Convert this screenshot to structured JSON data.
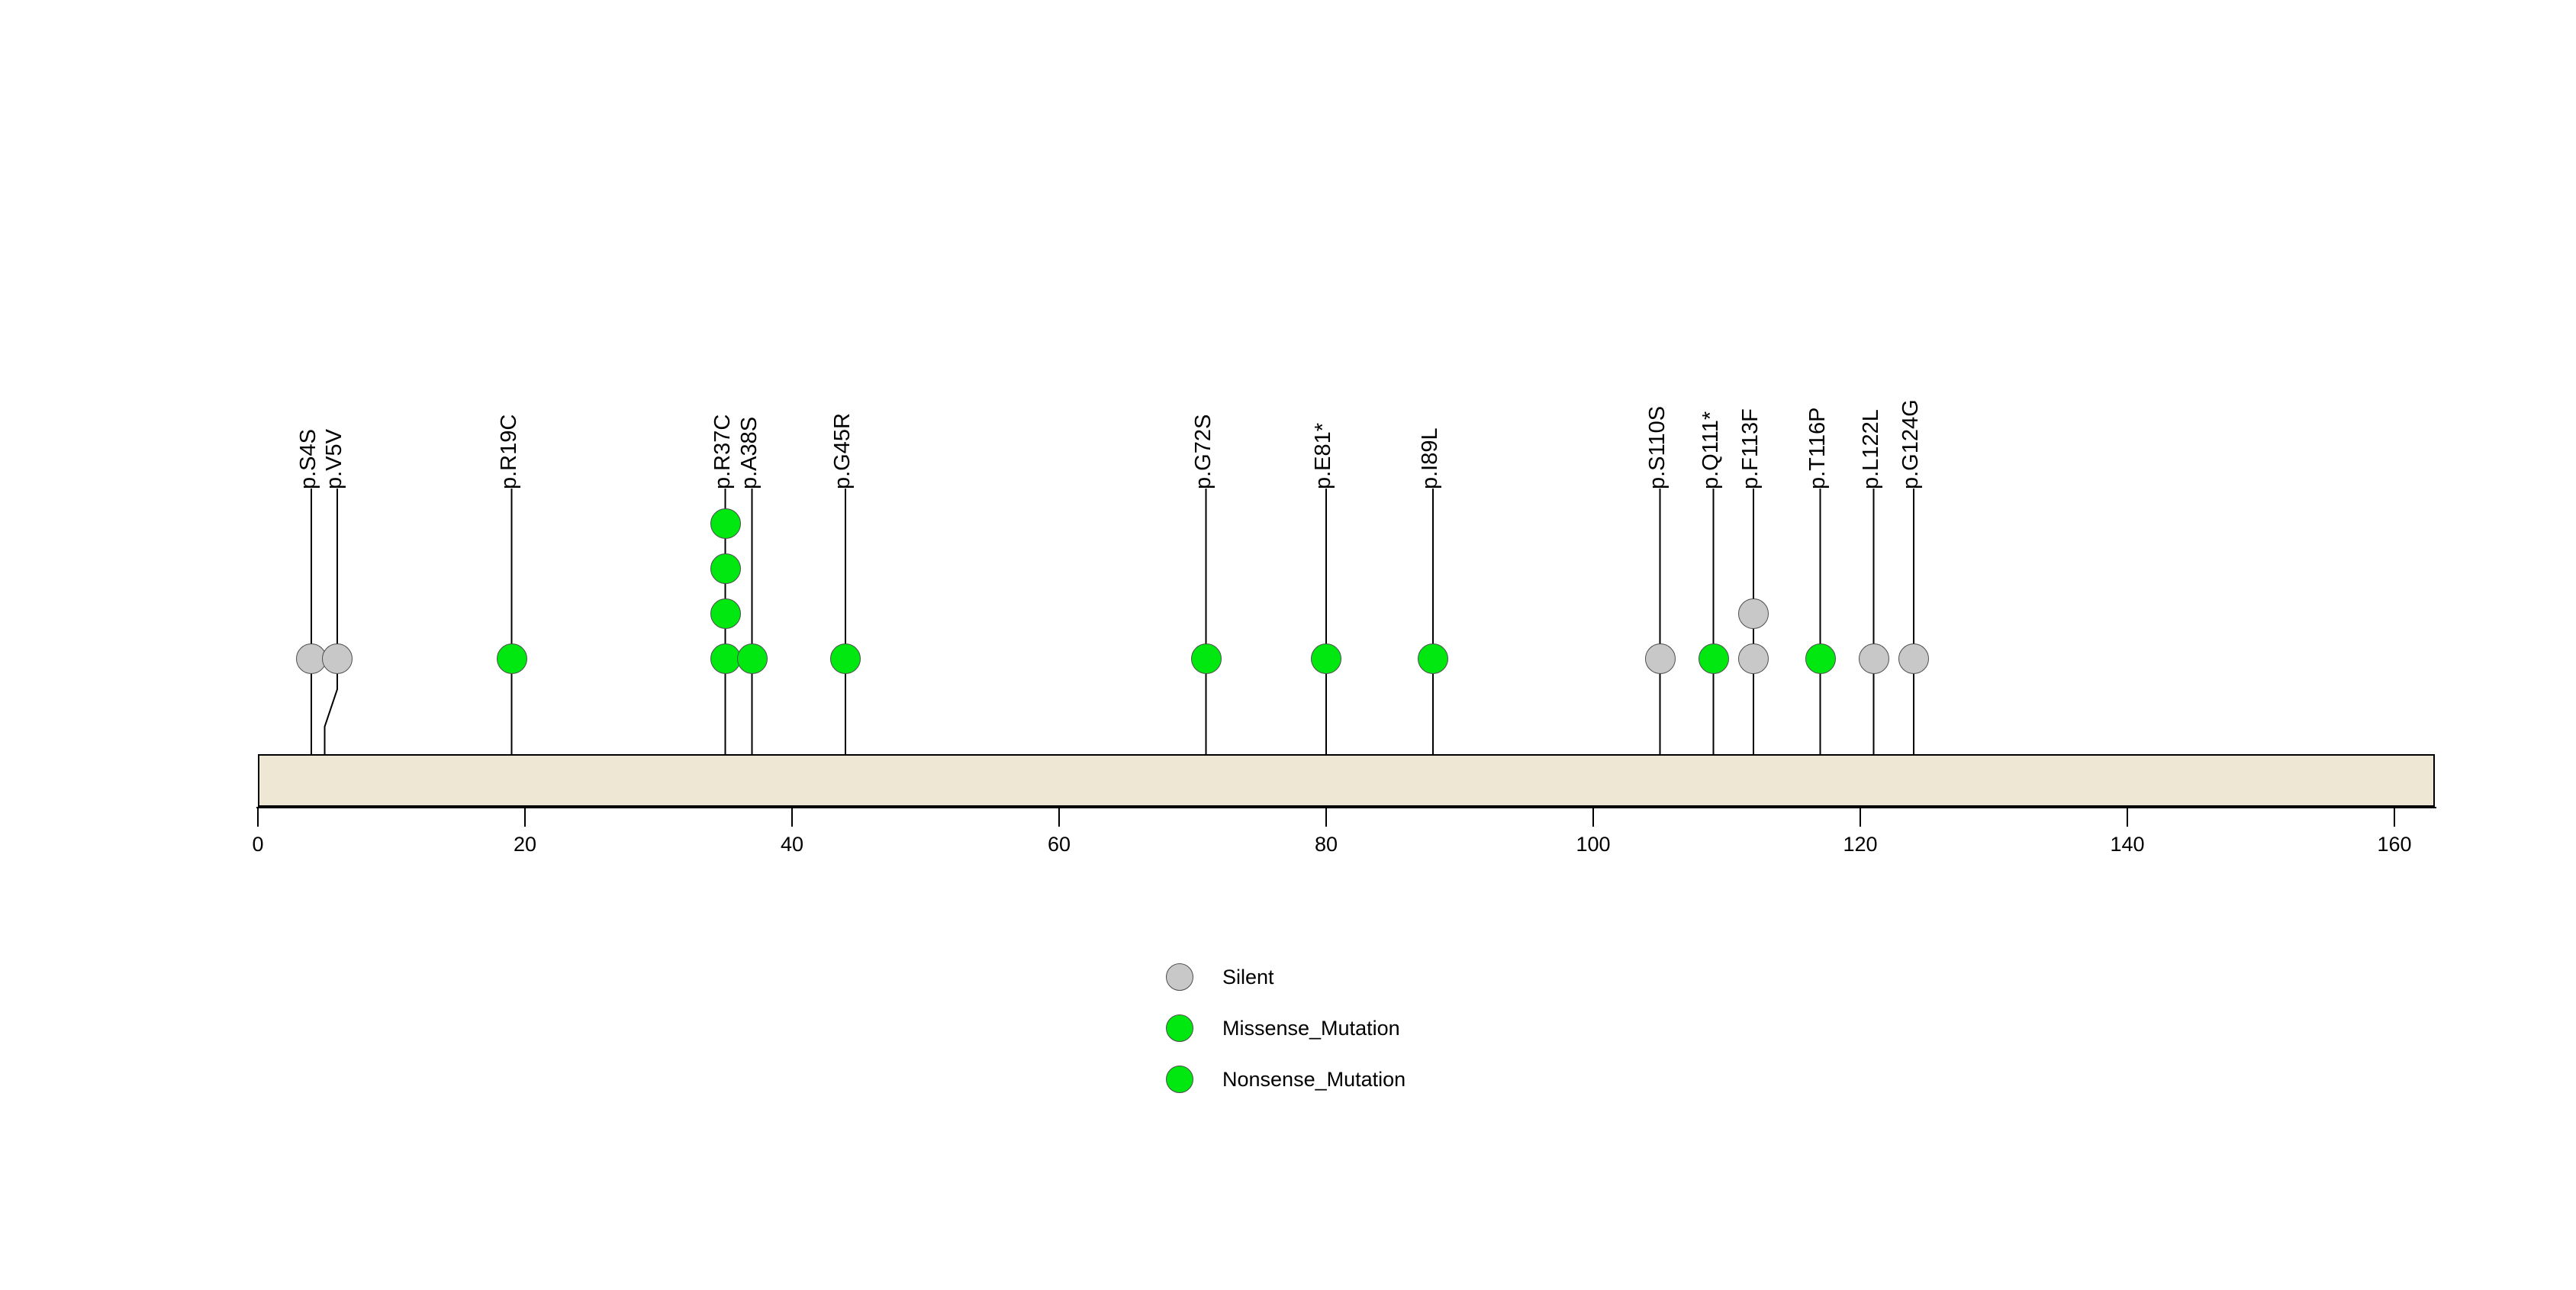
{
  "chart_data": {
    "type": "lollipop",
    "title": "",
    "xlabel": "",
    "ylabel": "",
    "xlim": [
      0,
      163
    ],
    "xticks": [
      0,
      20,
      40,
      60,
      80,
      100,
      120,
      140,
      160
    ],
    "xtick_labels": [
      "0",
      "20",
      "40",
      "60",
      "80",
      "100",
      "120",
      "140",
      "160"
    ],
    "grid": false,
    "protein": {
      "start": 0,
      "end": 163,
      "fill_color": "#EDE7D3",
      "border_color": "#000000"
    },
    "categories": [
      "Silent",
      "Missense_Mutation",
      "Nonsense_Mutation"
    ],
    "category_colors": {
      "Silent": "#C8C8C8",
      "Missense_Mutation": "#00E810",
      "Nonsense_Mutation": "#00E810"
    },
    "mutations": [
      {
        "label": "p.S4S",
        "position": 4,
        "count": 1,
        "type": "Silent"
      },
      {
        "label": "p.V5V",
        "position": 5,
        "count": 1,
        "type": "Silent"
      },
      {
        "label": "p.R19C",
        "position": 19,
        "count": 1,
        "type": "Missense_Mutation"
      },
      {
        "label": "p.R37C",
        "position": 35,
        "count": 4,
        "type": "Missense_Mutation"
      },
      {
        "label": "p.A38S",
        "position": 37,
        "count": 1,
        "type": "Missense_Mutation"
      },
      {
        "label": "p.G45R",
        "position": 44,
        "count": 1,
        "type": "Missense_Mutation"
      },
      {
        "label": "p.G72S",
        "position": 71,
        "count": 1,
        "type": "Missense_Mutation"
      },
      {
        "label": "p.E81*",
        "position": 80,
        "count": 1,
        "type": "Nonsense_Mutation"
      },
      {
        "label": "p.I89L",
        "position": 88,
        "count": 1,
        "type": "Missense_Mutation"
      },
      {
        "label": "p.S110S",
        "position": 105,
        "count": 1,
        "type": "Silent"
      },
      {
        "label": "p.Q111*",
        "position": 109,
        "count": 1,
        "type": "Nonsense_Mutation"
      },
      {
        "label": "p.F113F",
        "position": 112,
        "count": 2,
        "type": "Silent"
      },
      {
        "label": "p.T116P",
        "position": 117,
        "count": 1,
        "type": "Missense_Mutation"
      },
      {
        "label": "p.L122L",
        "position": 121,
        "count": 1,
        "type": "Silent"
      },
      {
        "label": "p.G124G",
        "position": 124,
        "count": 1,
        "type": "Silent"
      }
    ]
  },
  "legend": {
    "position": "bottom-center",
    "items": [
      {
        "label": "Silent",
        "color": "#C8C8C8"
      },
      {
        "label": "Missense_Mutation",
        "color": "#00E810"
      },
      {
        "label": "Nonsense_Mutation",
        "color": "#00E810"
      }
    ]
  }
}
